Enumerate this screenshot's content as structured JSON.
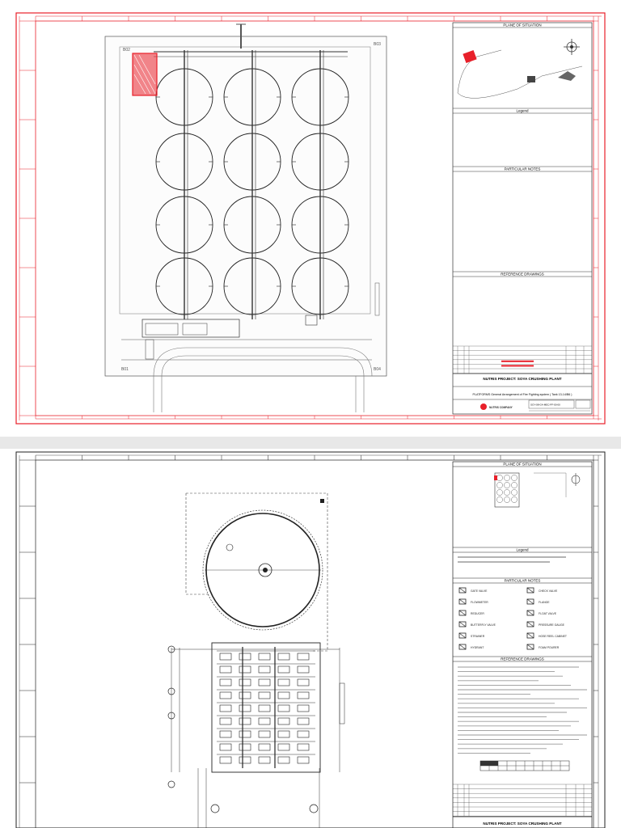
{
  "sheet1": {
    "plan": {
      "corner_labels": [
        "B02",
        "B03",
        "B01",
        "B04"
      ]
    },
    "sidebar": {
      "plane_of_situation": "PLANE OF SITUATION",
      "legend": "Legend",
      "particular_notes": "PARTICULAR NOTES",
      "reference_drawings": "REFERENCE DRAWINGS"
    },
    "title_block": {
      "project": "NUTRIS PROJECT: SOYA CRUSHING PLANT",
      "drawing_title": "PLATFORMS General Arrangement of Fire Fighting system ( Tank 13-14/B6 )",
      "code": "SOY-08-GA-MEC-FF-00-00",
      "company": "NUTRIS COMPANY"
    },
    "colors": {
      "border": "#e8202a",
      "line": "#222222",
      "highlight": "#e8202a"
    }
  },
  "sheet2": {
    "sidebar": {
      "plane_of_situation": "PLANE OF SITUATION",
      "legend": "Legend",
      "particular_notes": "PARTICULAR NOTES",
      "reference_drawings": "REFERENCE DRAWINGS"
    },
    "legend_symbols": [
      {
        "label": "GATE VALVE",
        "icon": "gate-valve-icon"
      },
      {
        "label": "CHECK VALVE",
        "icon": "check-valve-icon"
      },
      {
        "label": "FLOWMETER",
        "icon": "flowmeter-icon"
      },
      {
        "label": "FLANGE",
        "icon": "flange-icon"
      },
      {
        "label": "REDUCER",
        "icon": "reducer-icon"
      },
      {
        "label": "FLOAT VALVE",
        "icon": "float-valve-icon"
      },
      {
        "label": "BUTTERFLY VALVE",
        "icon": "butterfly-valve-icon"
      },
      {
        "label": "PRESSURE GAUGE",
        "icon": "pressure-gauge-icon"
      },
      {
        "label": "STRAINER",
        "icon": "strainer-icon"
      },
      {
        "label": "HOSE REEL CABINET",
        "icon": "hose-reel-icon"
      },
      {
        "label": "HYDRANT",
        "icon": "hydrant-icon"
      },
      {
        "label": "FOAM POURER",
        "icon": "foam-pourer-icon"
      }
    ],
    "title_block": {
      "project": "NUTRIS PROJECT: SOYA CRUSHING PLANT"
    },
    "colors": {
      "border": "#222222",
      "line": "#222222",
      "highlight": "#e8202a"
    }
  }
}
